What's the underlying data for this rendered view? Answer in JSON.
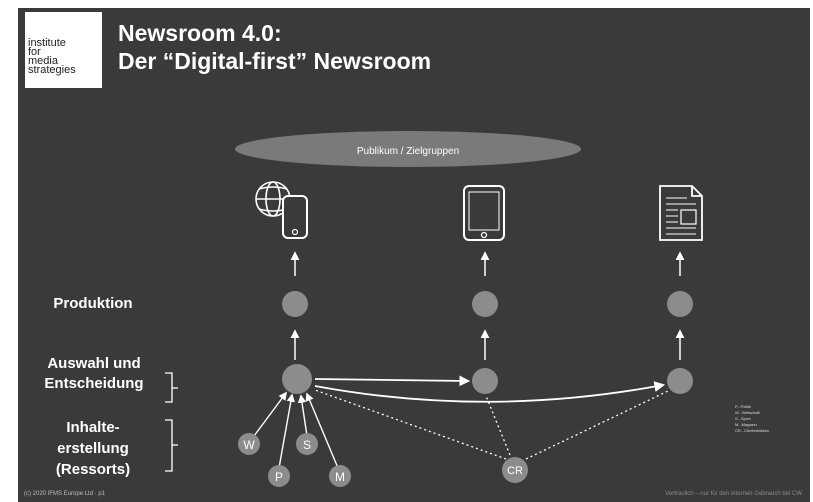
{
  "logo": {
    "lines": [
      "institute",
      "for",
      "media",
      "strategies"
    ]
  },
  "title": {
    "line1": "Newsroom 4.0:",
    "line2": "Der “Digital-first” Newsroom"
  },
  "audience": {
    "label": "Publikum / Zielgruppen"
  },
  "stages": {
    "produktion": "Produktion",
    "auswahl_line1": "Auswahl und",
    "auswahl_line2": "Entscheidung",
    "inhalte_line1": "Inhalte-",
    "inhalte_line2": "erstellung",
    "inhalte_line3": "(Ressorts)"
  },
  "ressorts": {
    "w": "W",
    "s": "S",
    "p": "P",
    "m": "M",
    "cr": "CR"
  },
  "legend": [
    "P...Politik",
    "W...Wirtschaft",
    "S...Sport",
    "M...Magazin",
    "CR...Chefredaktion"
  ],
  "footer": {
    "left": "(c) 2020 IFMS Europe Ltd · p1",
    "right": "Vertraulich – nur für den internen Gebrauch bei CW"
  },
  "colors": {
    "background": "#3a3a3a",
    "node": "#8c8c8c",
    "ellipse": "#7a7a7a"
  },
  "icons": [
    "globe-icon",
    "smartphone-icon",
    "tablet-icon",
    "newspaper-icon"
  ]
}
